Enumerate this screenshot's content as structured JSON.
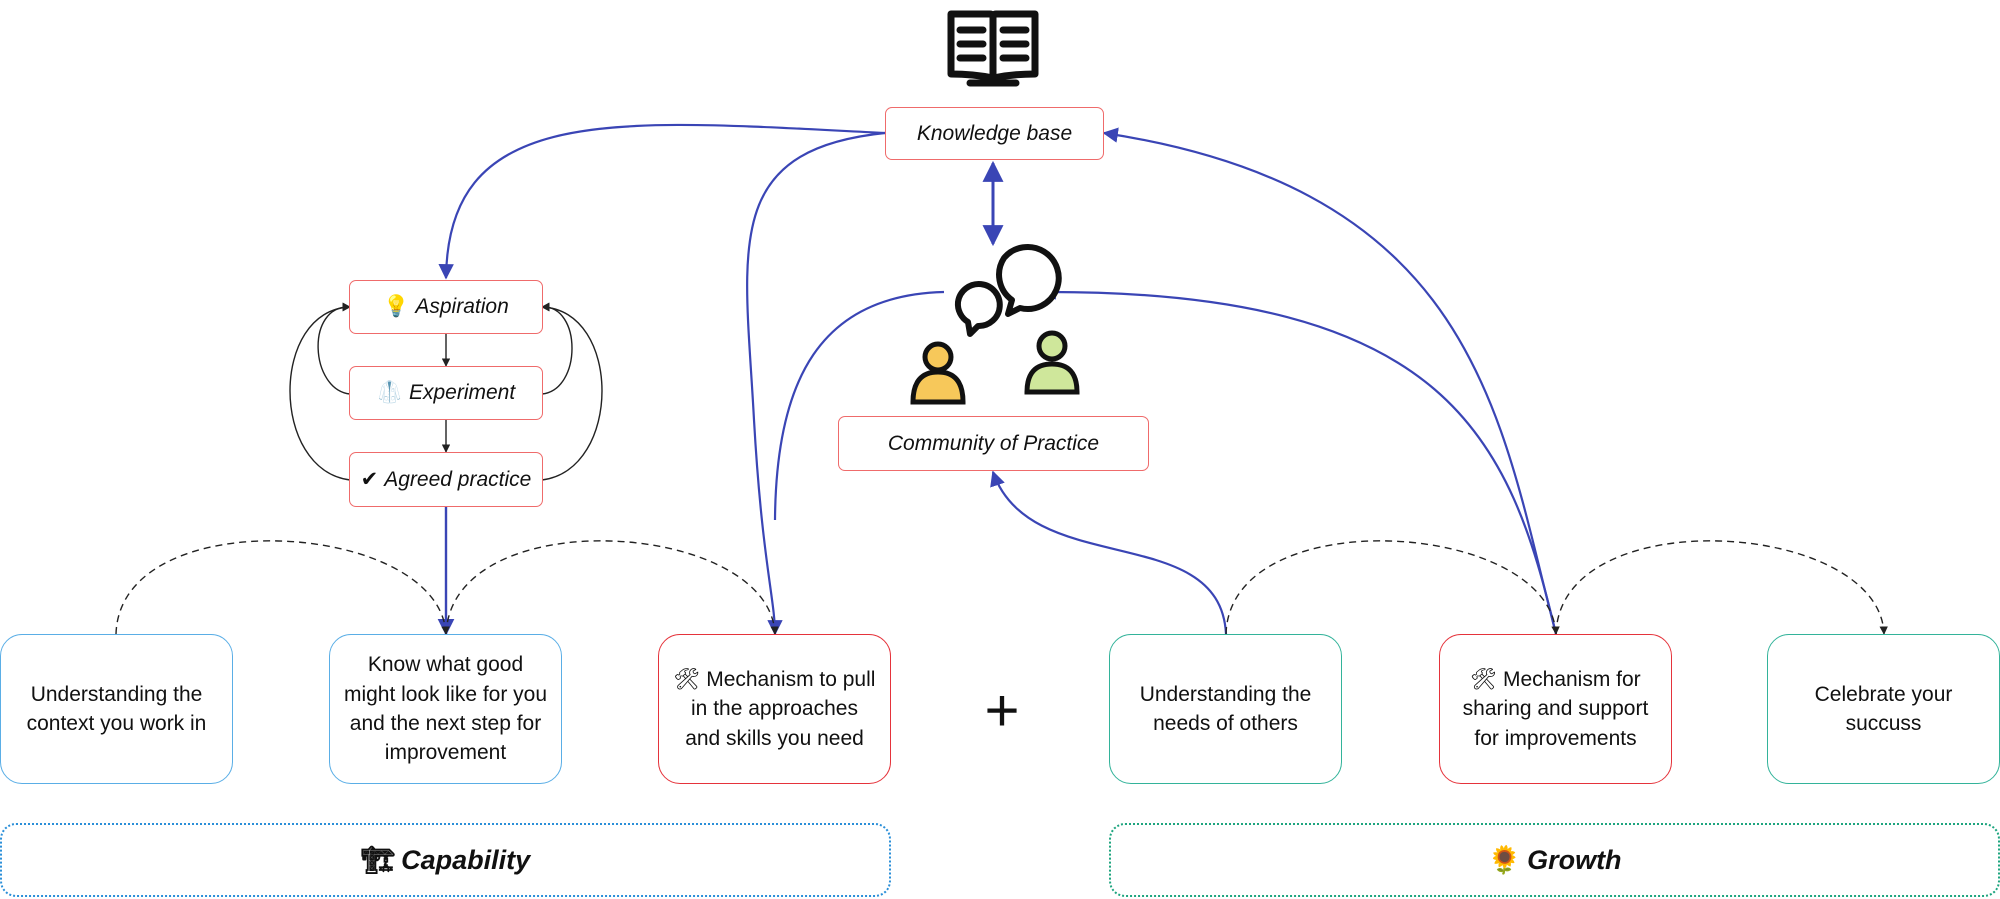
{
  "top_nodes": {
    "knowledge_base": "Knowledge base",
    "aspiration": "Aspiration",
    "experiment": "Experiment",
    "agreed_practice": "Agreed practice",
    "community_of_practice": "Community of Practice"
  },
  "icons": {
    "book": "book-icon",
    "chat": "chat-bubbles-icon",
    "people": "people-icon",
    "bulb": "💡",
    "coat": "🥼",
    "check": "✔",
    "tools": "🛠",
    "crane": "🏗",
    "sunflower": "🌻"
  },
  "cards": {
    "context": "Understanding the context you work in",
    "know_good": "Know what good might look like for you and the next step for improvement",
    "mechanism_pull": "Mechanism to pull in the approaches and skills you need",
    "needs_others": "Understanding the needs of others",
    "mechanism_share": "Mechanism for sharing and support for improvements",
    "celebrate": "Celebrate your succuss"
  },
  "plus_symbol": "+",
  "banners": {
    "capability": "Capability",
    "growth": "Growth"
  },
  "colors": {
    "link_blue": "#3a45b5",
    "pill_border": "#ef6b6b",
    "card_blue": "#5aaee6",
    "card_red": "#e5333b",
    "card_green": "#33b39a",
    "person_orange": "#f7c85a",
    "person_green": "#cfe79b"
  }
}
